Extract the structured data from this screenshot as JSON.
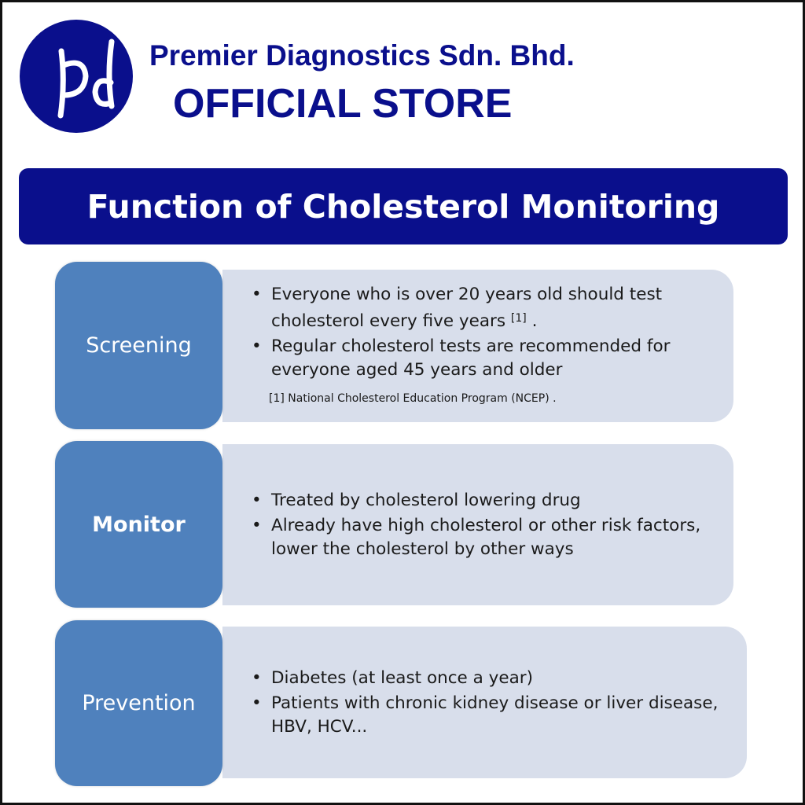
{
  "header": {
    "logo_text": "Pd",
    "company": "Premier Diagnostics Sdn. Bhd.",
    "store": "OFFICIAL STORE"
  },
  "banner": {
    "title": "Function of Cholesterol Monitoring"
  },
  "rows": [
    {
      "label": "Screening",
      "bullets": [
        {
          "text": "Everyone who is over 20 years old should test cholesterol every five years",
          "ref": "[1]",
          "suffix": " ."
        },
        {
          "text": "Regular cholesterol tests are recommended for everyone aged 45 years and older"
        }
      ],
      "footnote": "[1] National Cholesterol Education Program (NCEP) ."
    },
    {
      "label": "Monitor",
      "bullets": [
        {
          "text": "Treated by cholesterol lowering drug"
        },
        {
          "text": "Already have high cholesterol or other risk factors, lower the cholesterol by other ways"
        }
      ]
    },
    {
      "label": "Prevention",
      "bullets": [
        {
          "text": "Diabetes (at least once a year)"
        },
        {
          "text": "Patients with chronic kidney disease or liver disease, HBV, HCV..."
        }
      ]
    }
  ],
  "colors": {
    "navy": "#0a0f8c",
    "label_blue": "#4f81bd",
    "panel": "#d8deeb"
  }
}
